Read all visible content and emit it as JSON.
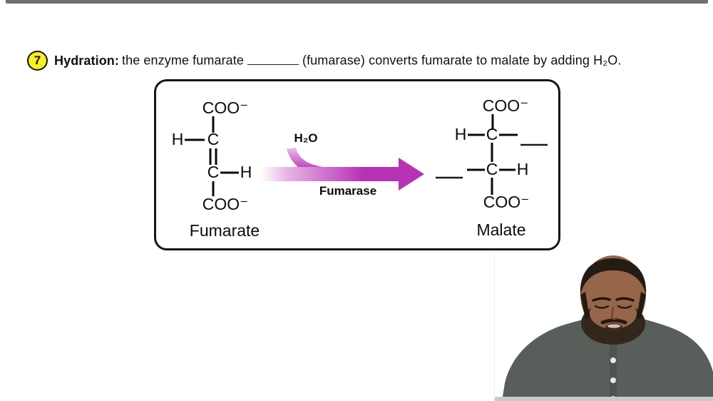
{
  "colors": {
    "top_bar": "#6f6f6f",
    "highlight_yellow": "#f8ef25",
    "accent_arrow": "#b832b6",
    "shirt": "#585e59",
    "skin": "#96664a",
    "hair": "#241b14"
  },
  "question": {
    "number": "7",
    "label_bold": "Hydration:",
    "before_blank": "the enzyme fumarate",
    "after_blank": "(fumarase) converts fumarate to malate by adding H₂O."
  },
  "diagram": {
    "reactant": {
      "top_group": "COO⁻",
      "h_left": "H",
      "c_upper": "C",
      "c_lower": "C",
      "h_right": "H",
      "bottom_group": "COO⁻",
      "label": "Fumarate"
    },
    "reaction": {
      "reagent": "H₂O",
      "enzyme": "Fumarase"
    },
    "product": {
      "top_group": "COO⁻",
      "h_left": "H",
      "c_upper": "C",
      "c_lower": "C",
      "h_right": "H",
      "bottom_group": "COO⁻",
      "label": "Malate"
    }
  }
}
